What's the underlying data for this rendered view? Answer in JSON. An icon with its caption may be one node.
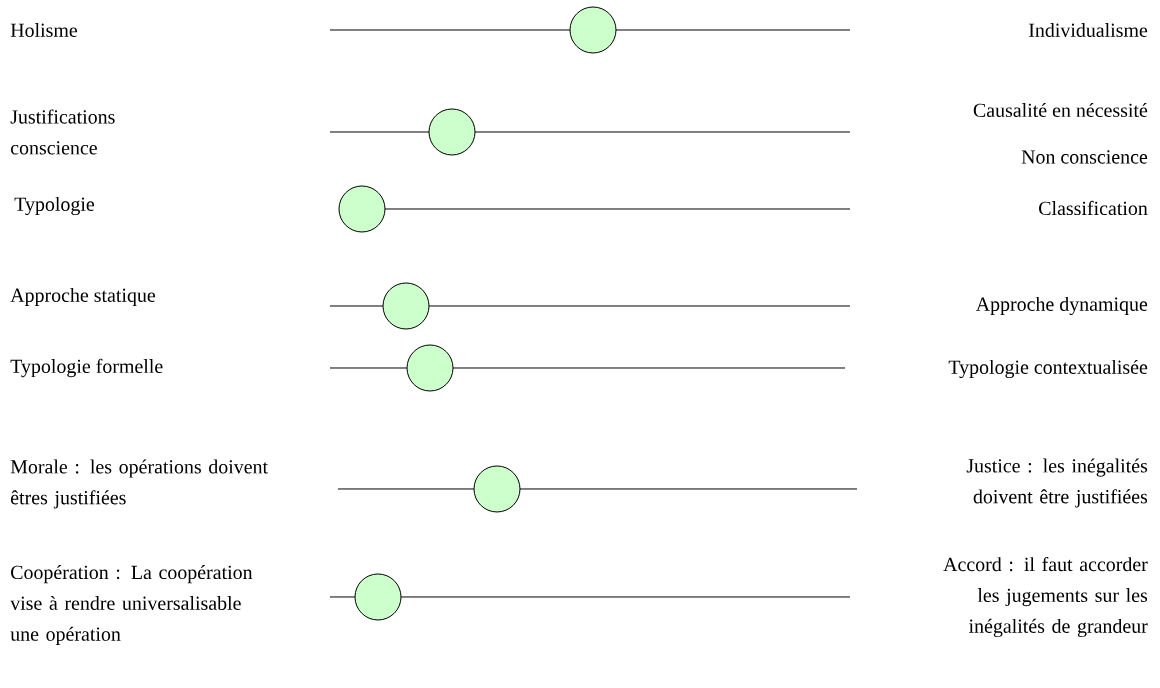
{
  "diagram": {
    "nodes": [
      {
        "text": [],
        "shape": "circle"
      },
      {
        "text": [],
        "shape": "circle"
      },
      {
        "text": [],
        "shape": "circle"
      },
      {
        "text": [],
        "shape": "circle"
      },
      {
        "text": [],
        "shape": "circle"
      },
      {
        "text": [],
        "shape": "circle"
      },
      {
        "text": [],
        "shape": "circle"
      }
    ],
    "labels": [
      "Holisme",
      "Individualisme",
      "Justifications conscience",
      "Causalité en nécessité",
      "Non conscience",
      "Typologie",
      "Classification",
      "Approche statique",
      "Approche dynamique",
      "Typologie formelle",
      "Typologie contextualisée",
      "Morale : les opérations doivent êtres justifiées",
      "Justice : les inégalités doivent être justifiées",
      "Coopération : La coopération vise à rendre universalisable une opération",
      "Accord : il faut accorder les jugements sur les inégalités de grandeur"
    ]
  }
}
